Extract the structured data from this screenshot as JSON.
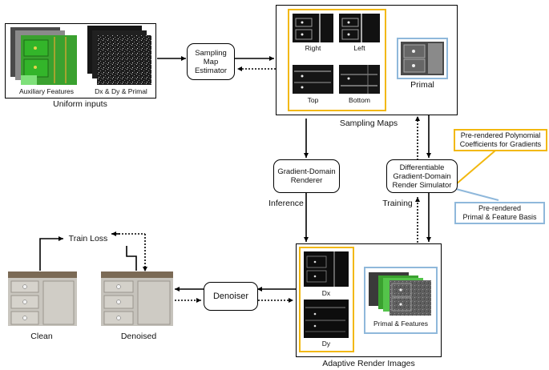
{
  "colors": {
    "yellow": "#f2b80f",
    "blue": "#8fb8db",
    "green": "#59d141",
    "line": "#000000"
  },
  "uniform_inputs": {
    "auxiliary_features": "Auxiliary Features",
    "dx_dy_primal": "Dx & Dy & Primal",
    "caption": "Uniform inputs"
  },
  "sampling_map_estimator": "Sampling\nMap\nEstimator",
  "sampling_maps": {
    "right": "Right",
    "left": "Left",
    "top": "Top",
    "bottom": "Bottom",
    "primal": "Primal",
    "caption": "Sampling Maps"
  },
  "gradient_domain_renderer": "Gradient-Domain\nRenderer",
  "differentiable_simulator": "Differentiable\nGradient-Domain\nRender Simulator",
  "note_polynomial": "Pre-rendered Polynomial\nCoefficients for Gradients",
  "note_primal_basis": "Pre-rendered\nPrimal & Feature Basis",
  "inference": "Inference",
  "training": "Training",
  "adaptive_render": {
    "dx": "Dx",
    "dy": "Dy",
    "primal_features": "Primal & Features",
    "caption": "Adaptive Render Images"
  },
  "denoiser": "Denoiser",
  "train_loss": "Train Loss",
  "clean": "Clean",
  "denoised": "Denoised"
}
